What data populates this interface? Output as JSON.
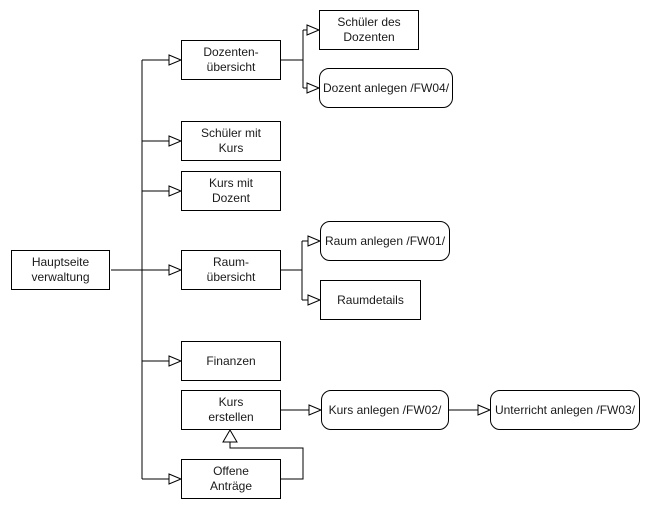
{
  "diagram": {
    "type": "sitemap-flowchart",
    "colors": {
      "background": "#ffffff",
      "node_fill": "#ffffff",
      "node_stroke": "#000000",
      "edge_stroke": "#000000",
      "text": "#1a1a1a"
    },
    "nodes": {
      "hauptseite": {
        "label": "Hauptseite\nverwaltung",
        "shape": "rect"
      },
      "dozentenuebersicht": {
        "label": "Dozenten-\nübersicht",
        "shape": "rect"
      },
      "schueler_des_dozenten": {
        "label": "Schüler des\nDozenten",
        "shape": "rect"
      },
      "dozent_anlegen": {
        "label": "Dozent anlegen /FW04/",
        "shape": "rounded"
      },
      "schueler_mit_kurs": {
        "label": "Schüler mit\nKurs",
        "shape": "rect"
      },
      "kurs_mit_dozent": {
        "label": "Kurs mit\nDozent",
        "shape": "rect"
      },
      "raumuebersicht": {
        "label": "Raum-\nübersicht",
        "shape": "rect"
      },
      "raum_anlegen": {
        "label": "Raum anlegen /FW01/",
        "shape": "rounded"
      },
      "raumdetails": {
        "label": "Raumdetails",
        "shape": "rect"
      },
      "finanzen": {
        "label": "Finanzen",
        "shape": "rect"
      },
      "kurs_erstellen": {
        "label": "Kurs\nerstellen",
        "shape": "rect"
      },
      "kurs_anlegen": {
        "label": "Kurs anlegen /FW02/",
        "shape": "rounded"
      },
      "unterricht_anlegen": {
        "label": "Unterricht anlegen /FW03/",
        "shape": "rounded"
      },
      "offene_antraege": {
        "label": "Offene\nAnträge",
        "shape": "rect"
      }
    },
    "edges": [
      "hauptseite -> dozentenuebersicht",
      "hauptseite -> schueler_mit_kurs",
      "hauptseite -> kurs_mit_dozent",
      "hauptseite -> raumuebersicht",
      "hauptseite -> finanzen",
      "hauptseite -> offene_antraege",
      "dozentenuebersicht -> schueler_des_dozenten",
      "dozentenuebersicht -> dozent_anlegen",
      "raumuebersicht -> raum_anlegen",
      "raumuebersicht -> raumdetails",
      "kurs_erstellen -> kurs_anlegen",
      "kurs_anlegen -> unterricht_anlegen",
      "offene_antraege -> kurs_erstellen"
    ]
  }
}
